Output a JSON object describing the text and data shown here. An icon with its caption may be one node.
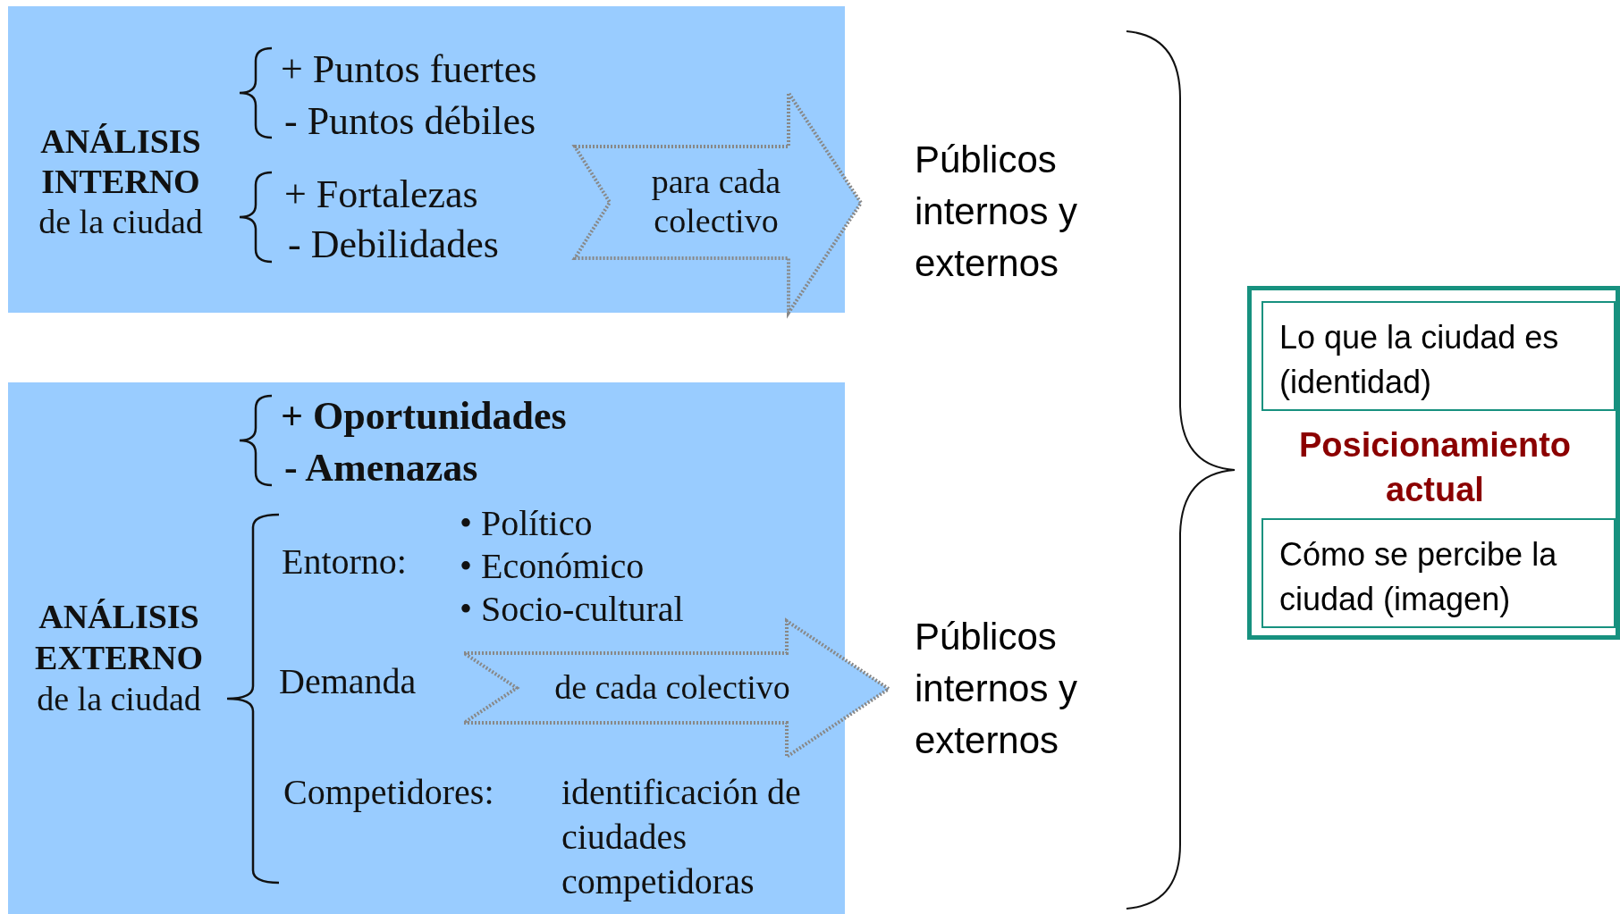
{
  "diagram": {
    "nodes": [
      {
        "text": [
          "**ANÁLISIS INTERNO** de la ciudad",
          "+ Puntos fuertes",
          "- Puntos débiles",
          "+ Fortalezas",
          "- Debilidades"
        ]
      },
      {
        "text": [
          "para cada colectivo"
        ],
        "in": 0
      },
      {
        "text": [
          "**ANÁLISIS EXTERNO** de la ciudad",
          "+ Oportunidades",
          "- Amenazas",
          "Entorno:",
          "• Político",
          "• Económico",
          "• Socio-cultural",
          "Demanda",
          "Competidores:",
          "identificación de ciudades competidoras"
        ]
      },
      {
        "text": [
          "de cada colectivo"
        ],
        "in": 2
      },
      {
        "text": [
          "Posicionamiento actual"
        ]
      },
      {
        "text": [
          "Lo que la ciudad es (identidad)"
        ],
        "in": 4
      },
      {
        "text": [
          "Cómo se percibe la ciudad (imagen)"
        ],
        "in": 4
      }
    ],
    "labels": [
      "Públicos internos y externos",
      "Públicos internos y externos"
    ]
  }
}
